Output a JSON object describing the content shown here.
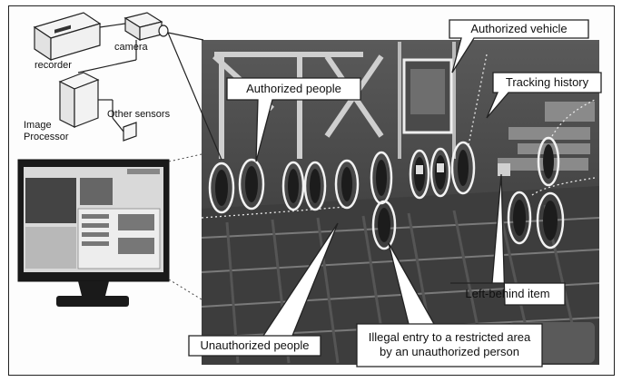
{
  "devices": {
    "recorder": "recorder",
    "camera": "camera",
    "image_processor": "Image\nProcessor",
    "other_sensors": "Other sensors"
  },
  "callouts": {
    "authorized_vehicle": "Authorized vehicle",
    "authorized_people": "Authorized people",
    "tracking_history": "Tracking history",
    "left_behind_item": "Left-behind item",
    "unauthorized_people": "Unauthorized people",
    "illegal_entry": "Illegal entry to a restricted area\nby an unauthorized person"
  },
  "colors": {
    "scene_dark": "#2b2b2b",
    "marker": "#f2f2f2",
    "frame": "#222222"
  },
  "icons": {
    "recorder": "recorder-device-icon",
    "camera": "camera-icon",
    "image_processor": "processor-box-icon",
    "other_sensors": "sensor-icon",
    "monitor": "monitor-icon"
  }
}
